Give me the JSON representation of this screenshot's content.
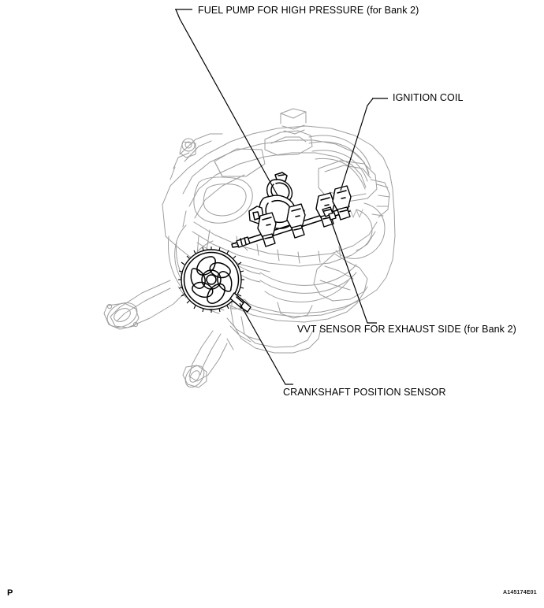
{
  "document": {
    "type": "automotive-service-manual-illustration",
    "page_marker": "P",
    "figure_id": "A145174E01",
    "background_color": "#ffffff",
    "line_color_detail": "#9a9a9a",
    "line_color_highlight": "#000000"
  },
  "callouts": [
    {
      "id": "fuel-pump",
      "label": "FUEL PUMP FOR HIGH PRESSURE (for Bank 2)",
      "anchor": "top-left",
      "target": "high-pressure-fuel-pump"
    },
    {
      "id": "ignition-coil",
      "label": "IGNITION COIL",
      "anchor": "top-right",
      "target": "ignition-coil-bank"
    },
    {
      "id": "vvt-sensor",
      "label": "VVT SENSOR FOR EXHAUST SIDE (for Bank 2)",
      "anchor": "mid-right",
      "target": "vvt-sensor-exhaust"
    },
    {
      "id": "crankshaft-position-sensor",
      "label": "CRANKSHAFT POSITION SENSOR",
      "anchor": "bottom-center",
      "target": "crank-position-sensor"
    }
  ],
  "illustration": {
    "subject": "V6 engine assembly, three-quarter front view",
    "highlighted_components": [
      "high-pressure-fuel-pump",
      "ignition-coil-1",
      "ignition-coil-2",
      "ignition-coil-3",
      "ignition-coil-4",
      "vvt-sensor-exhaust",
      "crankshaft-pulley",
      "crank-position-sensor"
    ],
    "background_components": [
      "intake-manifold",
      "cylinder-head-cover",
      "engine-block",
      "exhaust-manifold-front",
      "exhaust-manifold-rear",
      "timing-cover",
      "oil-pan",
      "coolant-hose"
    ]
  }
}
